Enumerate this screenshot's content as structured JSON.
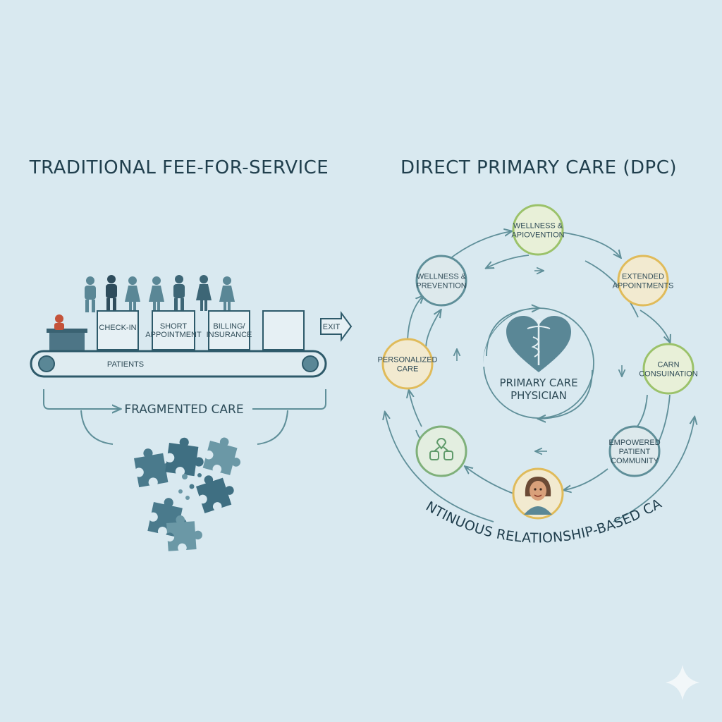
{
  "left": {
    "title": "TRADITIONAL FEE-FOR-SERVICE",
    "stations": [
      "CHECK-IN",
      "SHORT|APPOINTMENT",
      "BILLING/|INSURANCE",
      ""
    ],
    "exit_label": "EXIT",
    "belt_label": "PATIENTS",
    "fragmented_label": "FRAGMENTED CARE"
  },
  "right": {
    "title": "DIRECT PRIMARY CARE (DPC)",
    "center_label": "PRIMARY CARE|PHYSICIAN",
    "nodes": [
      {
        "label": "WELLNESS &|APIOVENTION",
        "color": "#9bc26a",
        "fill": "#e8f0d8"
      },
      {
        "label": "EXTENDED|APPOINTMENTS",
        "color": "#e0bb5a",
        "fill": "#f2ead0"
      },
      {
        "label": "CARN|CONSUINATION",
        "color": "#9bc26a",
        "fill": "#e8f0d8"
      },
      {
        "label": "EMPOWERED|PATIENT|COMMUNITY",
        "color": "#5f8f99",
        "fill": "#dde9ec"
      },
      {
        "label": "",
        "color": "#e0bb5a",
        "fill": "#f2ead0"
      },
      {
        "label": "",
        "color": "#7fb07a",
        "fill": "#e3eee0"
      },
      {
        "label": "PERSONALIZED|CARE",
        "color": "#e0bb5a",
        "fill": "#f2ead0"
      },
      {
        "label": "WELLNESS &|PREVENTION",
        "color": "#5f8f99",
        "fill": "#dde9ec"
      }
    ],
    "arc_caption": "CONTINUOUS RELATIONSHIP-BASED CARE"
  },
  "colors": {
    "background": "#d9e9f0",
    "ink": "#2e5a6a",
    "accent_red": "#c4533a",
    "puzzle": "#4f7f91"
  }
}
